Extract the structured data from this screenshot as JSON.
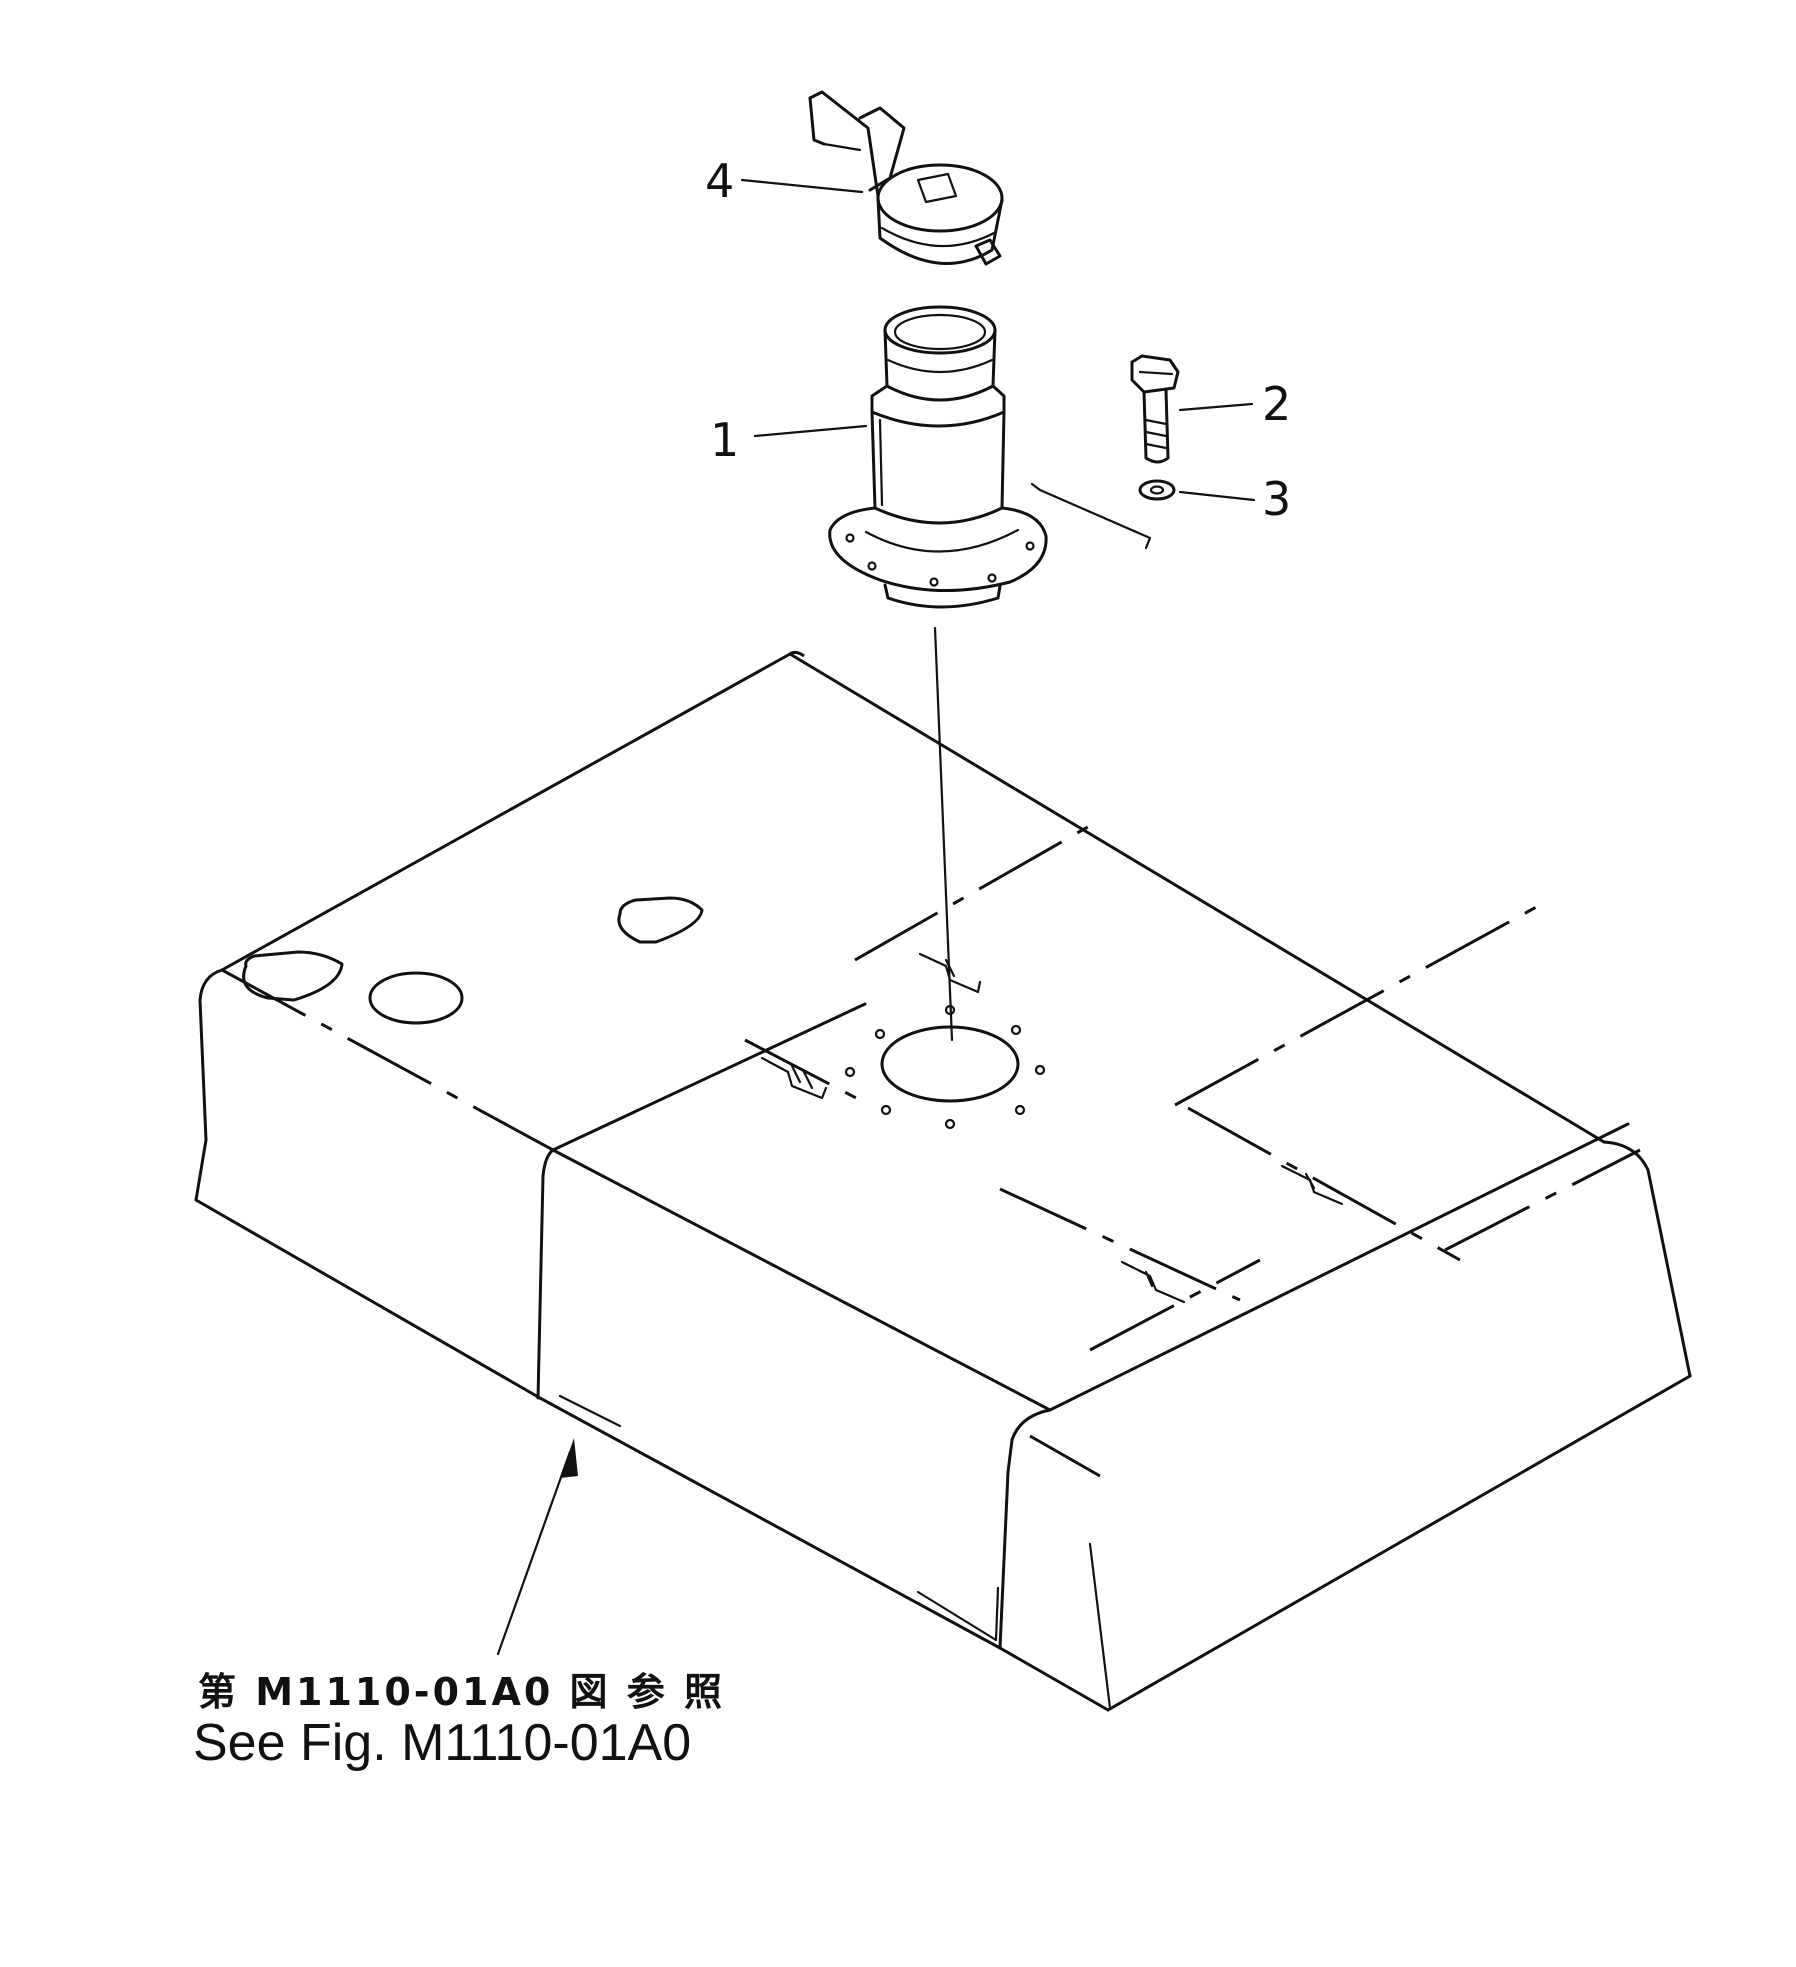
{
  "callouts": [
    {
      "id": "1",
      "text": "1"
    },
    {
      "id": "2",
      "text": "2"
    },
    {
      "id": "3",
      "text": "3"
    },
    {
      "id": "4",
      "text": "4"
    }
  ],
  "reference": {
    "japanese": "第 M1110-01A0 図 参 照",
    "english": "See Fig. M1110-01A0"
  }
}
